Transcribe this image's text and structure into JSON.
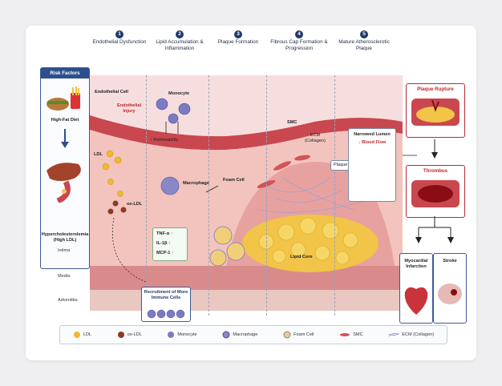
{
  "steps": [
    {
      "num": "1",
      "title": "Endothelial Dysfunction"
    },
    {
      "num": "2",
      "title": "Lipid Accumulation & Inflammation"
    },
    {
      "num": "3",
      "title": "Plaque Formation"
    },
    {
      "num": "4",
      "title": "Fibrous Cap Formation & Progression"
    },
    {
      "num": "5",
      "title": "Mature Atherosclerotic Plaque"
    }
  ],
  "risk": {
    "title": "Risk Factors",
    "diet": "High-Fat Diet",
    "chol": "Hypercholesterolemia (High LDL)"
  },
  "labels": {
    "endothelial_cell": "Endothelial Cell",
    "injury": "Endothelial Injury",
    "monocyte": "Monocyte",
    "permeability": "↑ Permeability",
    "ldl": "LDL",
    "oxldl": "ox-LDL",
    "macrophage": "Macrophage",
    "foam_cell": "Foam Cell",
    "smc": "SMC",
    "ecm": "ECM (Collagen)",
    "plaque": "Plaque",
    "lipid_core": "Lipid Core",
    "narrowed": "Narrowed Lumen",
    "blood_flow": "↓ Blood Flow",
    "recruitment": "Recruitment of More Immune Cells"
  },
  "cytokines": [
    {
      "name": "TNF-α",
      "arrow": "↑"
    },
    {
      "name": "IL-1β",
      "arrow": "↑"
    },
    {
      "name": "MCP-1",
      "arrow": "↑"
    }
  ],
  "layers": [
    "Intima",
    "Media",
    "Adventitia"
  ],
  "outcomes": {
    "rupture": "Plaque Rupture",
    "thrombus": "Thrombus",
    "mi": "Myocardial Infarction",
    "stroke": "Stroke"
  },
  "legend": [
    {
      "label": "LDL",
      "icon": "ldl-icon"
    },
    {
      "label": "ox-LDL",
      "icon": "oxldl-icon"
    },
    {
      "label": "Monocyte",
      "icon": "monocyte-icon"
    },
    {
      "label": "Macrophage",
      "icon": "macrophage-icon"
    },
    {
      "label": "Foam Cell",
      "icon": "foam-cell-icon"
    },
    {
      "label": "SMC",
      "icon": "smc-icon"
    },
    {
      "label": "ECM (Collagen)",
      "icon": "ecm-icon"
    }
  ],
  "colors": {
    "navy": "#1f3a6b",
    "red": "#c0262b",
    "vessel": "#d9868a",
    "lumen": "#f3d6d6",
    "lipid": "#f2c447"
  }
}
